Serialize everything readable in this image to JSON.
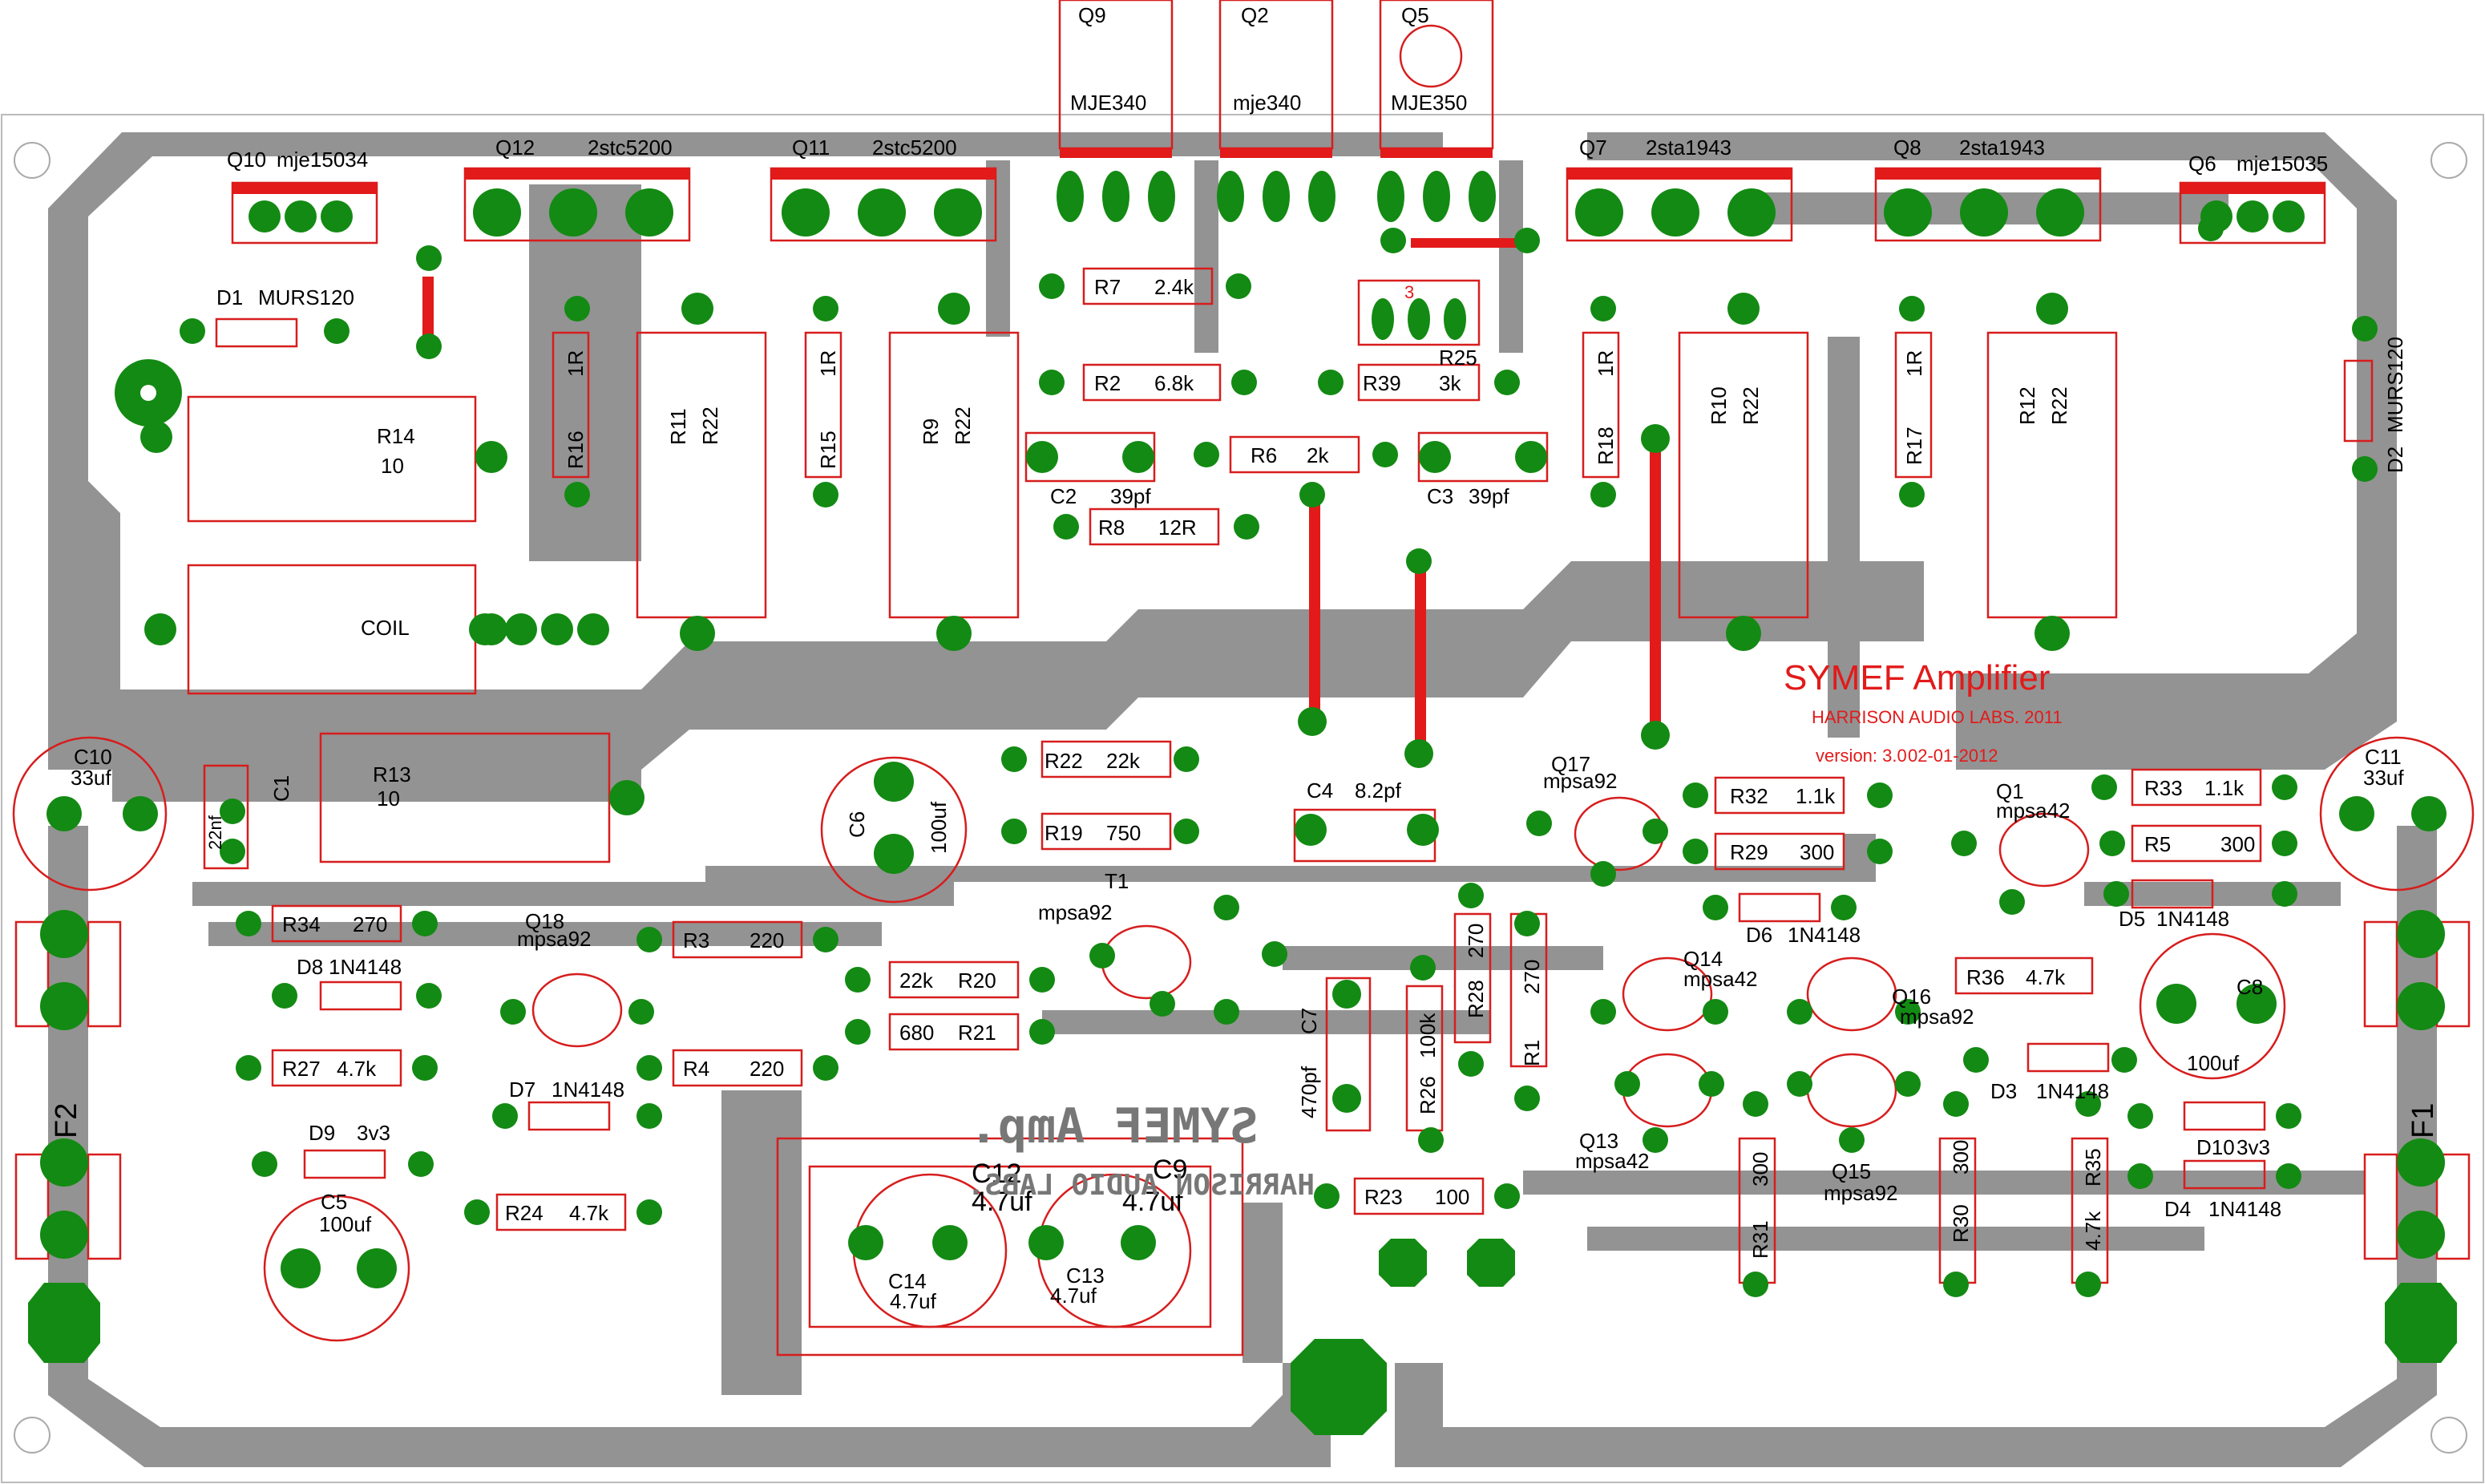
{
  "title": "SYMEF  Amplifier",
  "company": "HARRISON AUDIO LABS. 2011",
  "version": "version: 3.0",
  "date": "02-01-2012",
  "mirror_title": "SYMEF Amp.",
  "mirror_company": "HARRISON AUDIO LABS.",
  "colors": {
    "track": "#939393",
    "pad": "#138a13",
    "outline": "#d71d1d",
    "board": "#ffffff"
  },
  "transistors": {
    "Q10": {
      "ref": "Q10",
      "part": "mje15034"
    },
    "Q12": {
      "ref": "Q12",
      "part": "2stc5200"
    },
    "Q11": {
      "ref": "Q11",
      "part": "2stc5200"
    },
    "Q9": {
      "ref": "Q9",
      "part": "MJE340"
    },
    "Q2": {
      "ref": "Q2",
      "part": "mje340"
    },
    "Q5": {
      "ref": "Q5",
      "part": "MJE350"
    },
    "Q7": {
      "ref": "Q7",
      "part": "2sta1943"
    },
    "Q8": {
      "ref": "Q8",
      "part": "2sta1943"
    },
    "Q6": {
      "ref": "Q6",
      "part": "mje15035"
    },
    "Q17": {
      "ref": "Q17",
      "part": "mpsa92"
    },
    "Q1": {
      "ref": "Q1",
      "part": "mpsa42"
    },
    "Q18": {
      "ref": "Q18",
      "part": "mpsa92"
    },
    "T1": {
      "ref": "T1",
      "part": "mpsa92"
    },
    "Q14": {
      "ref": "Q14",
      "part": "mpsa42"
    },
    "Q16": {
      "ref": "Q16",
      "part": "mpsa92"
    },
    "Q13": {
      "ref": "Q13",
      "part": "mpsa42"
    },
    "Q15": {
      "ref": "Q15",
      "part": "mpsa92"
    }
  },
  "diodes": {
    "D1": {
      "ref": "D1",
      "part": "MURS120"
    },
    "D2": {
      "ref": "D2",
      "part": "MURS120"
    },
    "D5": {
      "ref": "D5",
      "part": "1N4148"
    },
    "D6": {
      "ref": "D6",
      "part": "1N4148"
    },
    "D8": {
      "ref": "D8",
      "part": "1N4148"
    },
    "D7": {
      "ref": "D7",
      "part": "1N4148"
    },
    "D9": {
      "ref": "D9",
      "part": "3v3"
    },
    "D3": {
      "ref": "D3",
      "part": "1N4148"
    },
    "D10": {
      "ref": "D10",
      "part": "3v3"
    },
    "D4": {
      "ref": "D4",
      "part": "1N4148"
    }
  },
  "resistors": {
    "R7": {
      "ref": "R7",
      "value": "2.4k"
    },
    "R2": {
      "ref": "R2",
      "value": "6.8k"
    },
    "R39": {
      "ref": "R39",
      "value": "3k"
    },
    "R25": {
      "ref": "R25",
      "value": "3"
    },
    "R6": {
      "ref": "R6",
      "value": "2k"
    },
    "R8": {
      "ref": "R8",
      "value": "12R"
    },
    "R16": {
      "ref": "R16",
      "value": "1R"
    },
    "R15": {
      "ref": "R15",
      "value": "1R"
    },
    "R18": {
      "ref": "R18",
      "value": "1R"
    },
    "R17": {
      "ref": "R17",
      "value": "1R"
    },
    "R11": {
      "ref": "R11",
      "value": "R22"
    },
    "R9": {
      "ref": "R9",
      "value": "R22"
    },
    "R10": {
      "ref": "R10",
      "value": "R22"
    },
    "R12": {
      "ref": "R12",
      "value": "R22"
    },
    "R14": {
      "ref": "R14",
      "value": "10"
    },
    "R13": {
      "ref": "R13",
      "value": "10"
    },
    "R22": {
      "ref": "R22",
      "value": "22k"
    },
    "R19": {
      "ref": "R19",
      "value": "750"
    },
    "R32": {
      "ref": "R32",
      "value": "1.1k"
    },
    "R29": {
      "ref": "R29",
      "value": "300"
    },
    "R33": {
      "ref": "R33",
      "value": "1.1k"
    },
    "R5": {
      "ref": "R5",
      "value": "300"
    },
    "R34": {
      "ref": "R34",
      "value": "270"
    },
    "R3": {
      "ref": "R3",
      "value": "220"
    },
    "R20": {
      "ref": "R20",
      "value": "22k"
    },
    "R21": {
      "ref": "R21",
      "value": "680"
    },
    "R4": {
      "ref": "R4",
      "value": "220"
    },
    "R27": {
      "ref": "R27",
      "value": "4.7k"
    },
    "R24": {
      "ref": "R24",
      "value": "4.7k"
    },
    "R28": {
      "ref": "R28",
      "value": "270"
    },
    "R1": {
      "ref": "R1",
      "value": "270"
    },
    "R26": {
      "ref": "R26",
      "value": "100k"
    },
    "R23": {
      "ref": "R23",
      "value": "100"
    },
    "R36": {
      "ref": "R36",
      "value": "4.7k"
    },
    "R31": {
      "ref": "R31",
      "value": "300"
    },
    "R30": {
      "ref": "R30",
      "value": "300"
    },
    "R35": {
      "ref": "R35",
      "value": "4.7k"
    }
  },
  "capacitors": {
    "C2": {
      "ref": "C2",
      "value": "39pf"
    },
    "C3": {
      "ref": "C3",
      "value": "39pf"
    },
    "C10": {
      "ref": "C10",
      "value": "33uf"
    },
    "C11": {
      "ref": "C11",
      "value": "33uf"
    },
    "C1": {
      "ref": "C1",
      "value": "22nf"
    },
    "C6": {
      "ref": "C6",
      "value": "100uf"
    },
    "C4": {
      "ref": "C4",
      "value": "8.2pf"
    },
    "C7": {
      "ref": "C7",
      "value": "470pf"
    },
    "C8": {
      "ref": "C8",
      "value": "100uf"
    },
    "C5": {
      "ref": "C5",
      "value": "100uf"
    },
    "C12": {
      "ref": "C12",
      "value": "4.7uf"
    },
    "C9": {
      "ref": "C9",
      "value": "4.7uf"
    },
    "C14": {
      "ref": "C14",
      "value": "4.7uf"
    },
    "C13": {
      "ref": "C13",
      "value": "4.7uf"
    }
  },
  "misc": {
    "coil": "COIL",
    "fuse_left": "F2",
    "fuse_right": "F1"
  }
}
